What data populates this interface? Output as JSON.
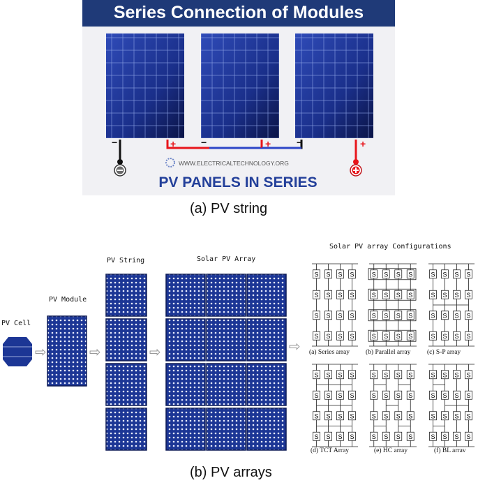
{
  "top": {
    "banner_title": "Series Connection of Modules",
    "watermark": "WWW.ELECTRICALTECHNOLOGY.ORG",
    "subtitle": "PV PANELS IN SERIES",
    "caption": "(a)  PV string",
    "minus_sign": "−",
    "plus_sign": "+"
  },
  "bottom": {
    "labels": {
      "cell": "PV Cell",
      "module": "PV Module",
      "string": "PV String",
      "array": "Solar PV Array",
      "configs_title": "Solar PV array Configurations"
    },
    "config_labels": [
      "(a) Series array",
      "(b) Parallel array",
      "(c) S-P array",
      "(d) TCT Array",
      "(e) HC array",
      "(f) BL arrav"
    ],
    "switch_symbol": "S",
    "arrow_glyph": "⇨",
    "caption": "(b)  PV arrays"
  },
  "colors": {
    "banner": "#1f3a78",
    "panel_blue": "#1a2f8a",
    "wire_red": "#e8151b",
    "wire_blue": "#2d46c7",
    "subtitle": "#24409a"
  }
}
